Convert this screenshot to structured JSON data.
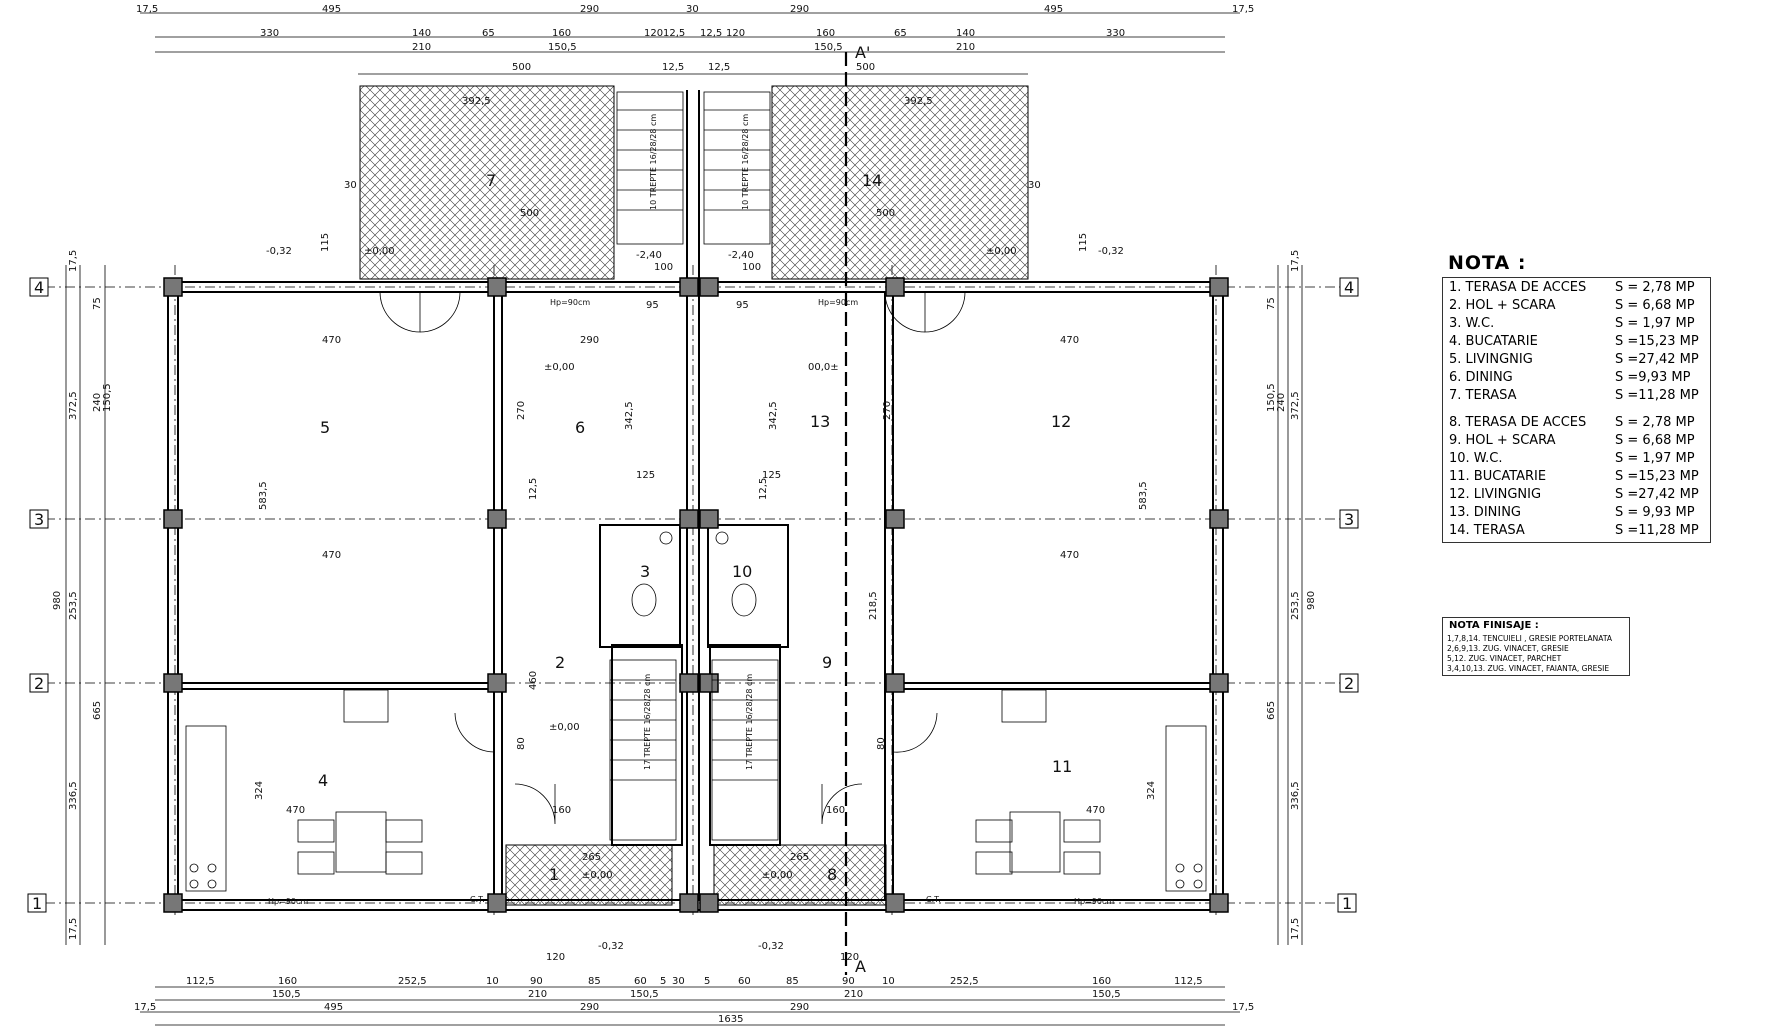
{
  "plan": {
    "top_dims_row1": [
      "17,5",
      "495",
      "290",
      "30",
      "290",
      "495",
      "17,5"
    ],
    "top_dims_row2": [
      "330",
      "140",
      "65",
      "160",
      "120",
      "12,5",
      "12,5",
      "120",
      "160",
      "65",
      "140",
      "330"
    ],
    "top_dims_row3": [
      "210",
      "150,5",
      "150,5",
      "210"
    ],
    "top_dims_row4": [
      "500",
      "12,5",
      "12,5",
      "500"
    ],
    "bottom_dims_row1": [
      "112,5",
      "160",
      "252,5",
      "10",
      "90",
      "85",
      "60",
      "5",
      "30",
      "5",
      "60",
      "85",
      "90",
      "10",
      "252,5",
      "160",
      "112,5"
    ],
    "bottom_dims_row2": [
      "150,5",
      "210",
      "150,5",
      "210",
      "150,5"
    ],
    "bottom_dims_row3": [
      "17,5",
      "495",
      "290",
      "290",
      "17,5"
    ],
    "bottom_total": "1635",
    "left_dims_outer": [
      "17,5",
      "372,5",
      "253,5",
      "336,5",
      "17,5"
    ],
    "left_total": "980",
    "left_dims_inner": [
      "75",
      "240",
      "150,5",
      "665"
    ],
    "right_dims_outer": [
      "17,5",
      "372,5",
      "253,5",
      "336,5",
      "17,5"
    ],
    "right_total": "980",
    "right_dims_inner": [
      "75",
      "240",
      "150,5",
      "665"
    ],
    "axes": [
      "1",
      "2",
      "3",
      "4"
    ],
    "section_labels": [
      "A'",
      "A"
    ],
    "rooms": [
      "1",
      "2",
      "3",
      "4",
      "5",
      "6",
      "7",
      "8",
      "9",
      "10",
      "11",
      "12",
      "13",
      "14"
    ],
    "levels": {
      "level_m032_a": "-0,32",
      "level_m032_b": "-0,32",
      "level_m032_c": "-0,32",
      "level_m032_d": "-0,32",
      "level_pm000_6": "±0,00",
      "level_pm000_13": "00,0±",
      "level_pm000_2": "±0,00",
      "level_pm000_1": "±0,00",
      "level_pm000_8": "±0,00",
      "level_pm000_7": "±0,00",
      "level_pm000_14": "±0,00",
      "level_m240_a": "-2,40",
      "level_m240_b": "-2,40"
    },
    "interior_dims": [
      "470",
      "290",
      "95",
      "95",
      "470",
      "270",
      "342,5",
      "342,5",
      "270",
      "583,5",
      "583,5",
      "125",
      "125",
      "470",
      "470",
      "12,5",
      "12,5",
      "218,5",
      "460",
      "324",
      "324",
      "160",
      "160",
      "470",
      "470",
      "265",
      "265",
      "120",
      "120",
      "80",
      "80",
      "392,5",
      "392,5",
      "500",
      "500",
      "100",
      "100",
      "30",
      "30",
      "115",
      "115"
    ],
    "stair_labels": [
      "10 TREPTE 16/28/28 cm",
      "17 TREPTE 16/28/28 cm"
    ],
    "window_note": "Hp=90cm",
    "ct_label": "C.T."
  },
  "nota": {
    "title": "NOTA :",
    "items": [
      {
        "name": "1. TERASA DE ACCES",
        "area": "S = 2,78 MP"
      },
      {
        "name": "2. HOL + SCARA",
        "area": "S = 6,68 MP"
      },
      {
        "name": "3. W.C.",
        "area": "S = 1,97 MP"
      },
      {
        "name": "4. BUCATARIE",
        "area": "S =15,23 MP"
      },
      {
        "name": "5. LIVINGNIG",
        "area": "S =27,42 MP"
      },
      {
        "name": "6. DINING",
        "area": "S =9,93 MP"
      },
      {
        "name": "7. TERASA",
        "area": "S =11,28 MP"
      },
      {
        "name": "8. TERASA DE ACCES",
        "area": "S = 2,78 MP"
      },
      {
        "name": "9. HOL + SCARA",
        "area": "S = 6,68 MP"
      },
      {
        "name": "10. W.C.",
        "area": "S = 1,97 MP"
      },
      {
        "name": "11. BUCATARIE",
        "area": "S =15,23 MP"
      },
      {
        "name": "12. LIVINGNIG",
        "area": "S =27,42 MP"
      },
      {
        "name": "13. DINING",
        "area": "S = 9,93 MP"
      },
      {
        "name": "14. TERASA",
        "area": "S =11,28 MP"
      }
    ]
  },
  "finishes": {
    "title": "NOTA FINISAJE :",
    "items": [
      "1,7,8,14. TENCUIELI , GRESIE PORTELANATA",
      "2,6,9,13. ZUG. VINACET, GRESIE",
      "5,12. ZUG. VINACET, PARCHET",
      "3,4,10,13. ZUG. VINACET, FAIANTA, GRESIE"
    ]
  }
}
